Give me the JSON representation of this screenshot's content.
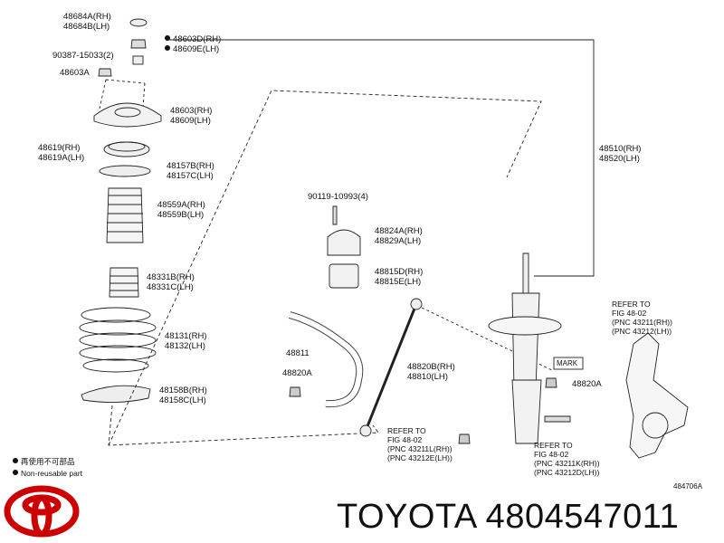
{
  "labels": {
    "p48684": [
      "48684A(RH)",
      "48684B(LH)"
    ],
    "p48603d": [
      "48603D(RH)",
      "48609E(LH)"
    ],
    "p90387": "90387-15033(2)",
    "p48603a": "48603A",
    "p48603": [
      "48603(RH)",
      "48609(LH)"
    ],
    "p48619": [
      "48619(RH)",
      "48619A(LH)"
    ],
    "p48157": [
      "48157B(RH)",
      "48157C(LH)"
    ],
    "p48559": [
      "48559A(RH)",
      "48559B(LH)"
    ],
    "p48331": [
      "48331B(RH)",
      "48331C(LH)"
    ],
    "p48131": [
      "48131(RH)",
      "48132(LH)"
    ],
    "p48158": [
      "48158B(RH)",
      "48158C(LH)"
    ],
    "p90119": "90119-10993(4)",
    "p48824": [
      "48824A(RH)",
      "48829A(LH)"
    ],
    "p48815": [
      "48815D(RH)",
      "48815E(LH)"
    ],
    "p48811": "48811",
    "p48820a_left": "48820A",
    "p48820b": [
      "48820B(RH)",
      "48810(LH)"
    ],
    "p48510": [
      "48510(RH)",
      "48520(LH)"
    ],
    "mark": "MARK",
    "p48820a_right": "48820A",
    "ref_knuckle": [
      "REFER TO",
      "FIG 48-02",
      "(PNC 43211(RH))",
      "(PNC 43212(LH))"
    ],
    "ref_link": [
      "REFER TO",
      "FIG 48-02",
      "(PNC 43211L(RH))",
      "(PNC 43212E(LH))"
    ],
    "ref_bolt": [
      "REFER TO",
      "FIG 48-02",
      "(PNC 43211K(RH))",
      "(PNC 43212D(LH))"
    ],
    "figure_id": "484706A"
  },
  "legend": {
    "item1": "再使用不可部品",
    "item2": "Non-reusable part"
  },
  "brand": {
    "part_number_text": "TOYOTA 4804547011",
    "logo_name": "toyota-logo",
    "logo_color": "#cc0000"
  },
  "icons": {
    "non_reusable_marker": "filled-circle"
  }
}
